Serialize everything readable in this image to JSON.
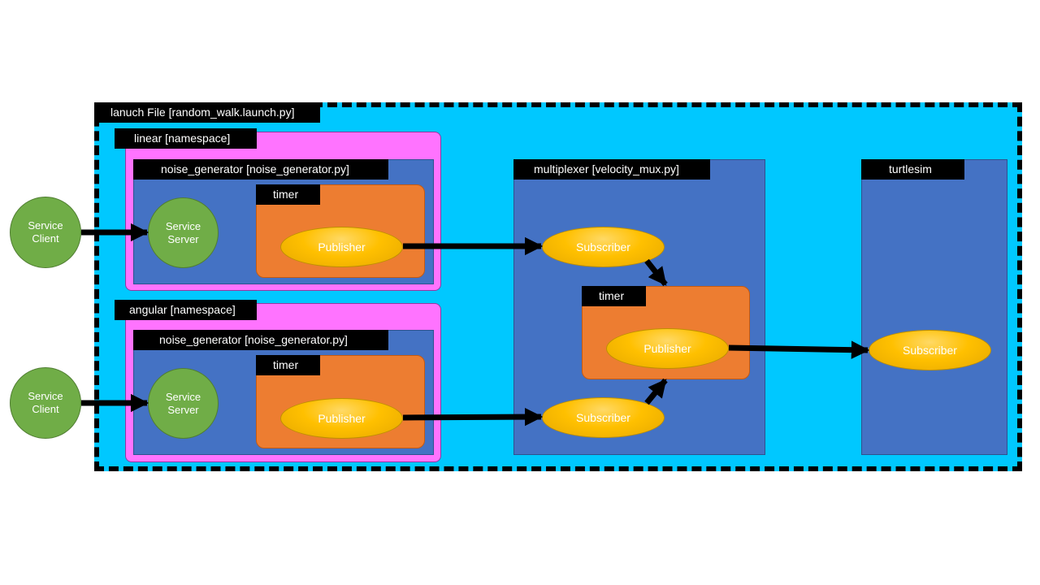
{
  "launch": {
    "label": "lanuch File [random_walk.launch.py]"
  },
  "linear": {
    "ns_label": "linear [namespace]",
    "node_label": "noise_generator [noise_generator.py]",
    "server": [
      "Service",
      "Server"
    ],
    "timer_label": "timer",
    "publisher": "Publisher"
  },
  "angular": {
    "ns_label": "angular [namespace]",
    "node_label": "noise_generator  [noise_generator.py]",
    "server": [
      "Service",
      "Server"
    ],
    "timer_label": "timer",
    "publisher": "Publisher"
  },
  "clients": [
    {
      "lines": [
        "Service",
        "Client"
      ]
    },
    {
      "lines": [
        "Service",
        "Client"
      ]
    }
  ],
  "mux": {
    "label": "multiplexer [velocity_mux.py]",
    "subscriber_top": "Subscriber",
    "subscriber_bottom": "Subscriber",
    "timer_label": "timer",
    "publisher": "Publisher"
  },
  "turtlesim": {
    "label": "turtlesim",
    "subscriber": "Subscriber"
  },
  "colors": {
    "launch_bg": "#00c8ff",
    "namespace_bg": "#ff73ff",
    "node_bg": "#4472c4",
    "timer_bg": "#ed7d31",
    "service_bg": "#70ad47",
    "topic_bg": "#ffc000"
  }
}
